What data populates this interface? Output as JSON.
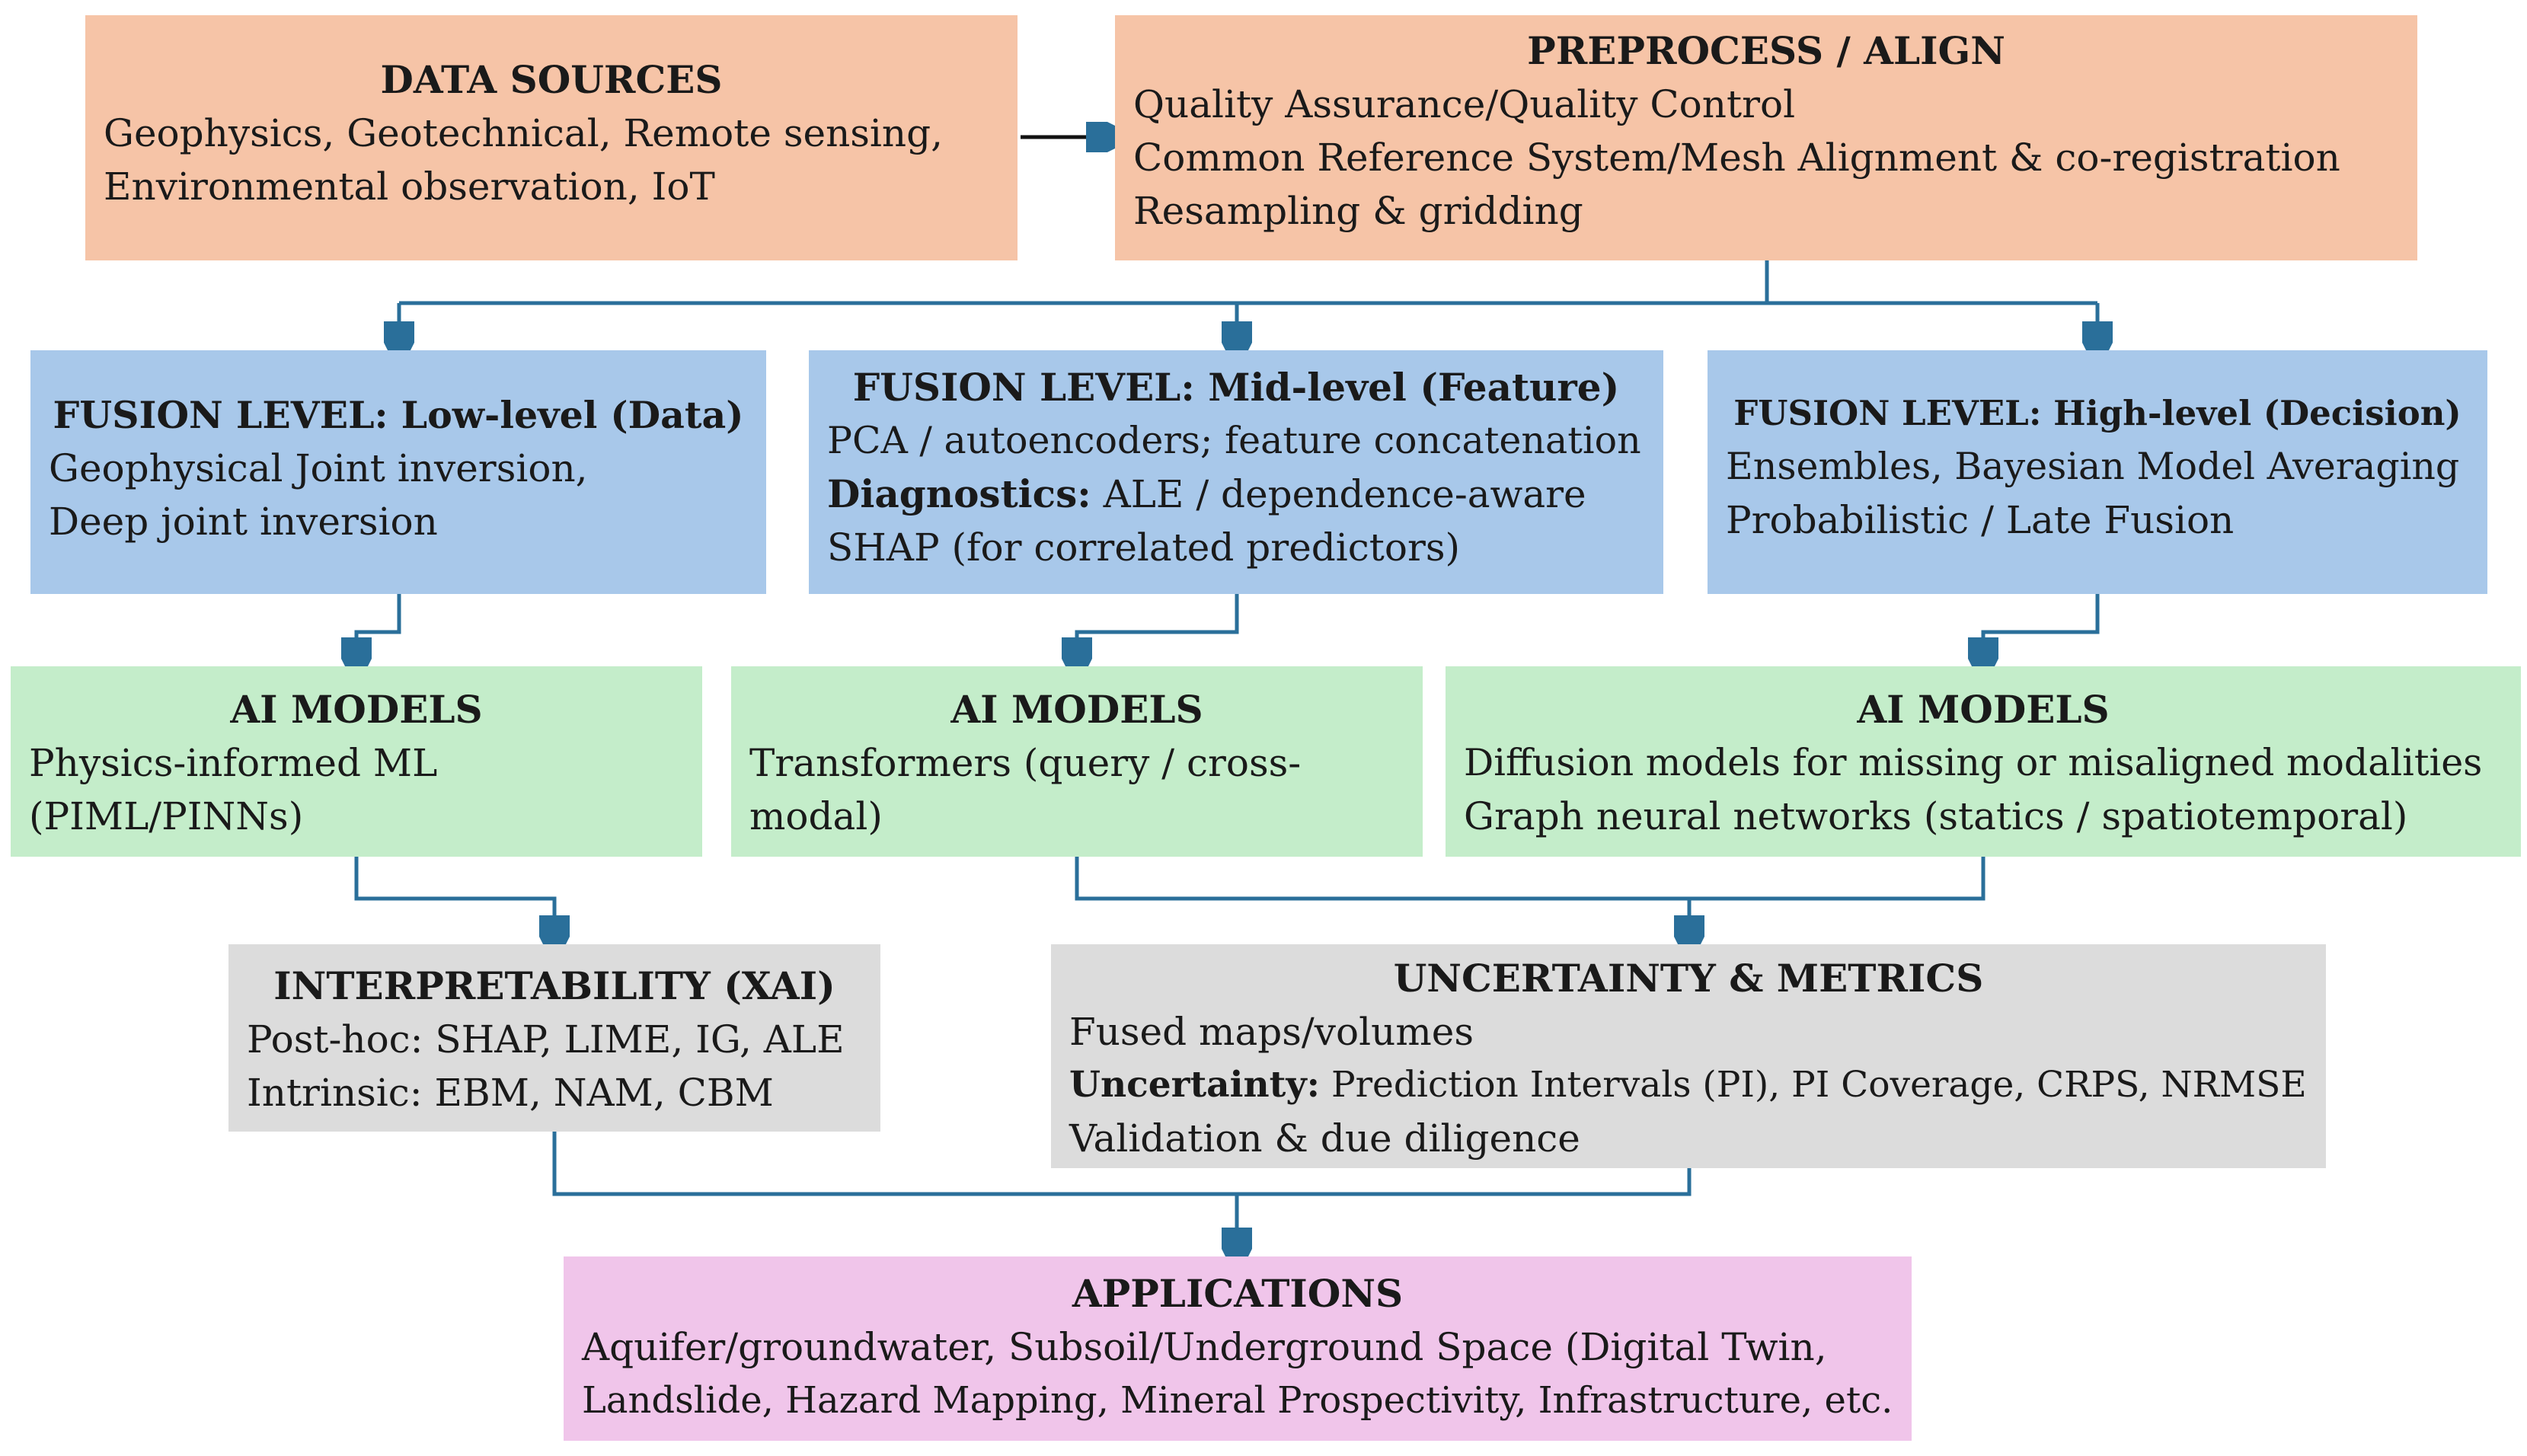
{
  "colors": {
    "sources_fill": "#f6c4a7",
    "fusion_fill": "#a8c8ea",
    "models_fill": "#c4edca",
    "evaluation_fill": "#dcdcdc",
    "applications_fill": "#f0c5ea",
    "connector": "#2a6f9a"
  },
  "data_sources": {
    "title": "DATA SOURCES",
    "line1": "Geophysics, Geotechnical, Remote sensing,",
    "line2": "Environmental observation, IoT"
  },
  "preprocess": {
    "title": "PREPROCESS / ALIGN",
    "line1": "Quality Assurance/Quality Control",
    "line2": "Common Reference System/Mesh Alignment & co-registration",
    "line3": "Resampling & gridding"
  },
  "fusion_low": {
    "title": "FUSION LEVEL:  Low-level (Data)",
    "line1": "Geophysical Joint inversion,",
    "line2": "Deep joint inversion"
  },
  "fusion_mid": {
    "title": "FUSION LEVEL: Mid-level (Feature)",
    "line1": "PCA / autoencoders; feature concatenation",
    "line2_bold": "Diagnostics:",
    "line2_rest": " ALE / dependence-aware",
    "line3": "SHAP (for correlated predictors)"
  },
  "fusion_high": {
    "title": "FUSION LEVEL: High-level (Decision)",
    "line1": "Ensembles, Bayesian Model Averaging",
    "line2": "Probabilistic / Late Fusion"
  },
  "ai_models_1": {
    "title": "AI MODELS",
    "line1": "Physics-informed ML",
    "line2": "(PIML/PINNs)"
  },
  "ai_models_2": {
    "title": "AI MODELS",
    "line1": "Transformers (query / cross-",
    "line2": "modal)"
  },
  "ai_models_3": {
    "title": "AI MODELS",
    "line1": "Diffusion models for missing or misaligned modalities",
    "line2": "Graph neural networks (statics / spatiotemporal)"
  },
  "interpretability": {
    "title": "INTERPRETABILITY (XAI)",
    "line1": "Post-hoc: SHAP, LIME, IG, ALE",
    "line2": "Intrinsic: EBM, NAM, CBM"
  },
  "uncertainty": {
    "title": "UNCERTAINTY & METRICS",
    "line1": "Fused maps/volumes",
    "line2_bold": "Uncertainty:",
    "line2_rest": " Prediction Intervals (PI), PI Coverage, CRPS, NRMSE",
    "line3": "Validation & due diligence"
  },
  "applications": {
    "title": "APPLICATIONS",
    "line1": "Aquifer/groundwater, Subsoil/Underground Space (Digital Twin,",
    "line2": "Landslide, Hazard Mapping, Mineral Prospectivity, Infrastructure, etc."
  }
}
